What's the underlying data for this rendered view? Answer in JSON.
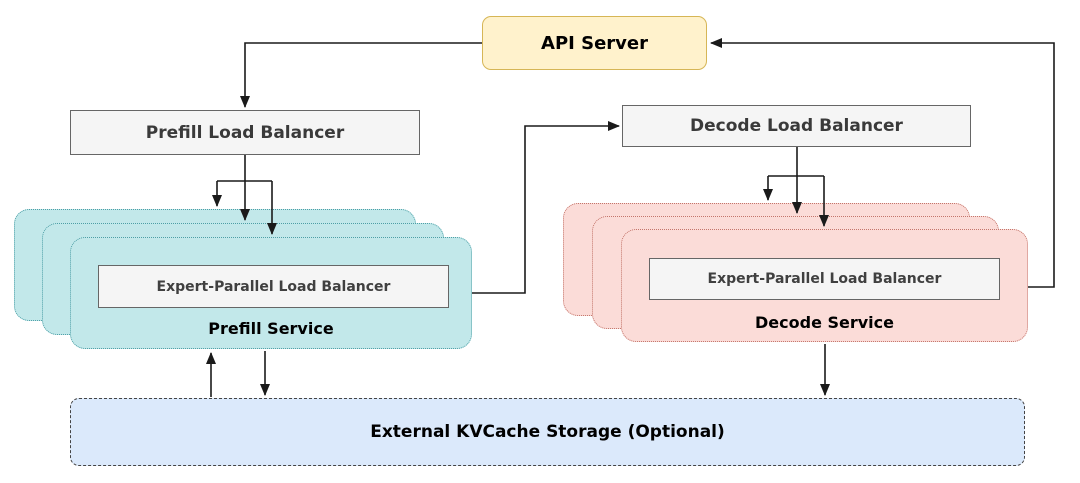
{
  "colors": {
    "api_fill": "#FFF2CC",
    "api_border": "#D6B656",
    "lb_fill": "#F5F5F5",
    "lb_border": "#666666",
    "prefill_fill": "#C2E8EA",
    "prefill_border": "#4D9FA6",
    "decode_fill": "#FBDCD8",
    "decode_border": "#C4756B",
    "kv_fill": "#DBE9FB",
    "kv_border": "#444444",
    "arrow": "#1A1A1A"
  },
  "nodes": {
    "api_server": {
      "label": "API Server"
    },
    "prefill_lb": {
      "label": "Prefill Load Balancer"
    },
    "decode_lb": {
      "label": "Decode Load Balancer"
    },
    "prefill_service": {
      "label": "Prefill Service",
      "inner_label": "Expert-Parallel Load Balancer",
      "replicas": 3
    },
    "decode_service": {
      "label": "Decode Service",
      "inner_label": "Expert-Parallel Load Balancer",
      "replicas": 3
    },
    "kvcache": {
      "label": "External KVCache Storage (Optional)"
    }
  },
  "edges": [
    {
      "from": "api_server",
      "to": "prefill_lb",
      "direction": "one-way"
    },
    {
      "from": "prefill_lb",
      "to": "prefill_service",
      "direction": "one-way",
      "fanout": 3
    },
    {
      "from": "prefill_service",
      "to": "decode_lb",
      "direction": "one-way"
    },
    {
      "from": "decode_lb",
      "to": "decode_service",
      "direction": "one-way",
      "fanout": 3
    },
    {
      "from": "decode_service",
      "to": "api_server",
      "direction": "one-way"
    },
    {
      "from": "prefill_service",
      "to": "kvcache",
      "direction": "two-way"
    },
    {
      "from": "decode_service",
      "to": "kvcache",
      "direction": "one-way"
    }
  ]
}
